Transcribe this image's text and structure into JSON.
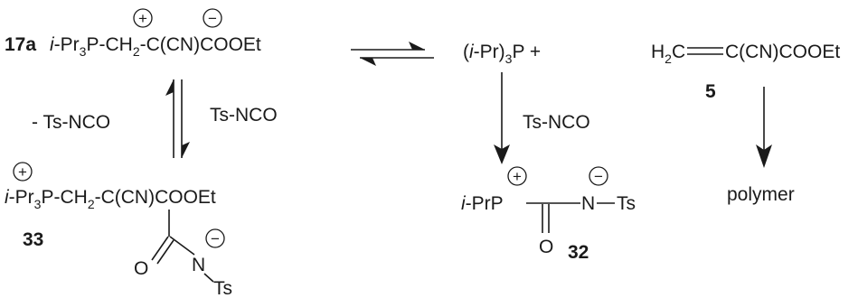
{
  "compound_17a": {
    "label": "17a",
    "prefix": "i",
    "rest_a": "-Pr",
    "sub_a": "3",
    "rest_b": "P-CH",
    "sub_b": "2",
    "rest_c": "-C(CN)COOEt",
    "charge_pos": "+",
    "charge_neg": "−"
  },
  "reagent_pr3p": {
    "paren_open": "(",
    "prefix": "i",
    "rest_a": "-Pr)",
    "sub_a": "3",
    "rest_b": "P  +"
  },
  "monomer_5": {
    "part_a": "H",
    "sub_a": "2",
    "part_b": "C",
    "part_c": "C(CN)COOEt",
    "label": "5"
  },
  "left_reaction": {
    "reverse_label": "- Ts-NCO",
    "forward_label": "Ts-NCO"
  },
  "middle_reaction": {
    "label": "Ts-NCO"
  },
  "compound_33": {
    "prefix": "i",
    "rest_a": "-Pr",
    "sub_a": "3",
    "rest_b": "P-CH",
    "sub_b": "2",
    "rest_c": "-C(CN)COOEt",
    "label": "33",
    "oxygen": "O",
    "nitrogen": "N",
    "tosyl": "Ts",
    "charge_pos": "+",
    "charge_neg": "−"
  },
  "compound_32": {
    "prefix": "i",
    "rest_a": "-PrP",
    "oxygen": "O",
    "nitrogen": "N",
    "tosyl": "Ts",
    "label": "32",
    "charge_pos": "+",
    "charge_neg": "−"
  },
  "product_polymer": {
    "label": "polymer"
  }
}
